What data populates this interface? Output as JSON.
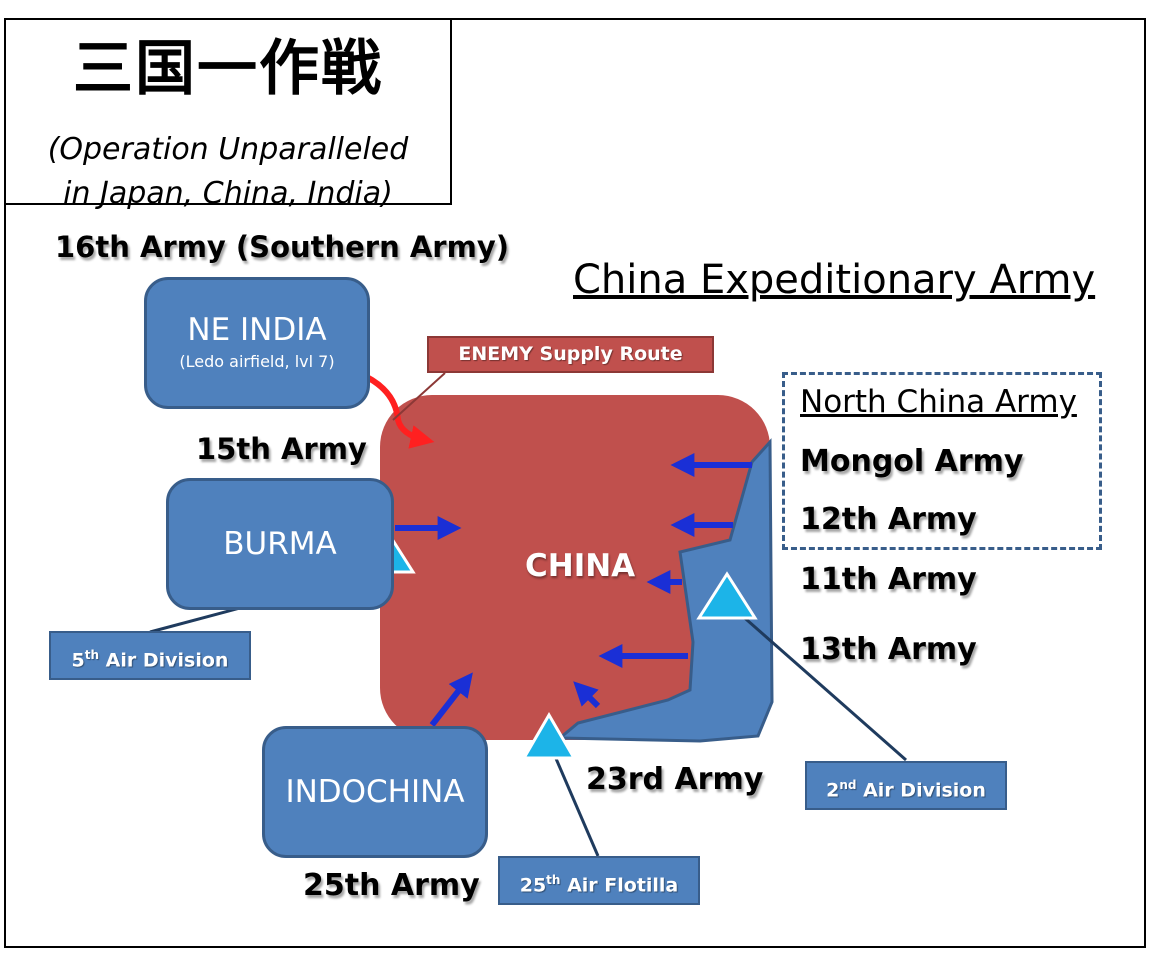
{
  "title": {
    "japanese": "三国一作戦",
    "subtitle_line1": "(Operation Unparalleled",
    "subtitle_line2": "in Japan, China, India)"
  },
  "headings": {
    "expeditionary": "China Expeditionary Army",
    "north_china": "North China Army"
  },
  "armies": {
    "sixteenth": "16th Army (Southern Army)",
    "fifteenth": "15th Army",
    "mongol": "Mongol Army",
    "twelfth": "12th Army",
    "eleventh": "11th Army",
    "thirteenth": "13th Army",
    "twentythird": "23rd Army",
    "twentyfifth": "25th Army"
  },
  "regions": {
    "ne_india": "NE INDIA",
    "ne_india_sub": "(Ledo airfield, lvl 7)",
    "burma": "BURMA",
    "indochina": "INDOCHINA",
    "china": "CHINA"
  },
  "enemy_route": "ENEMY Supply Route",
  "air_units": {
    "fifth_num": "5",
    "fifth_sup": "th",
    "fifth_text": " Air Division",
    "second_num": "2",
    "second_sup": "nd",
    "second_text": " Air Division",
    "flotilla_num": "25",
    "flotilla_sup": "th",
    "flotilla_text": " Air Flotilla"
  },
  "colors": {
    "china_fill": "#c0504d",
    "region_fill": "#4f81bd",
    "arrow": "#1a2fd6",
    "enemy_arrow": "#ff2020",
    "air_triangle": "#1cb4e8"
  }
}
